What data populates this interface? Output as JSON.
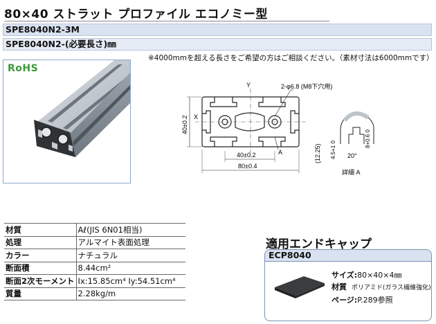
{
  "title": "80×40 ストラット プロファイル エコノミー型",
  "codes": {
    "line1": "SPE8040N2-3M",
    "line2": "SPE8040N2-(必要長さ)㎜"
  },
  "note": "※4000mmを超える長さをご希望の方はご相談ください。（素材寸法は6000mmです）",
  "rohs_logo": "RoHS",
  "drawing": {
    "axis_y": "Y",
    "axis_x": "X",
    "hole_label": "2-φ6.8 (M8下穴用)",
    "height_dim": "40±0.2",
    "inner_width_dim": "40±0.2",
    "width_dim": "80±0.4",
    "section_label": "A",
    "detail_caption": "詳細 A",
    "detail_dims": [
      "(12.25)",
      "4.5+1 0",
      "8+0.6 0",
      "20°"
    ]
  },
  "spec": {
    "rows": [
      {
        "key": "材質",
        "value": "Aℓ(JIS 6N01相当)"
      },
      {
        "key": "処理",
        "value": "アルマイト表面処理"
      },
      {
        "key": "カラー",
        "value": "ナチュラル"
      },
      {
        "key": "断面積",
        "value": "8.44cm²"
      },
      {
        "key": "断面2次モーメント",
        "value": "Ix:15.85cm⁴  Iy:54.51cm⁴"
      },
      {
        "key": "質量",
        "value": "2.28kg/m"
      }
    ]
  },
  "endcap": {
    "title": "適用エンドキャップ",
    "code": "ECP8040",
    "size_label": "サイズ:",
    "size_value": "80×40×4㎜",
    "material_label": "材質",
    "material_value": "ポリアミド(ガラス繊維強化)",
    "page_label": "ページ:",
    "page_value": "P.289参照"
  }
}
